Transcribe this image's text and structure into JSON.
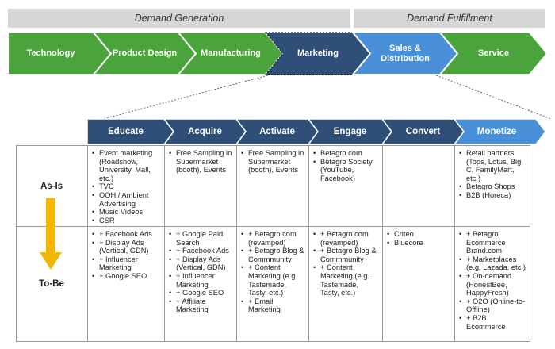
{
  "header": {
    "demand_generation": "Demand Generation",
    "demand_fulfillment": "Demand Fulfillment"
  },
  "value_chain": [
    {
      "label": "Technology",
      "color": "#4aa33b"
    },
    {
      "label": "Product Design",
      "color": "#4aa33b"
    },
    {
      "label": "Manufacturing",
      "color": "#4aa33b"
    },
    {
      "label": "Marketing",
      "color": "#2f4f78"
    },
    {
      "label": "Sales & Distribution",
      "color": "#4a90d9"
    },
    {
      "label": "Service",
      "color": "#4aa33b"
    }
  ],
  "funnel": [
    {
      "label": "Educate",
      "color": "#2f4f78"
    },
    {
      "label": "Acquire",
      "color": "#2f4f78"
    },
    {
      "label": "Activate",
      "color": "#2f4f78"
    },
    {
      "label": "Engage",
      "color": "#2f4f78"
    },
    {
      "label": "Convert",
      "color": "#2f4f78"
    },
    {
      "label": "Monetize",
      "color": "#4a90d9"
    }
  ],
  "rows": {
    "as_is": "As-Is",
    "to_be": "To-Be"
  },
  "cells": {
    "as_is": [
      [
        "Event marketing (Roadshow, University, Mall, etc.)",
        "TVC",
        "OOH / Ambient Advertising",
        "Music Videos",
        "CSR"
      ],
      [
        "Free Sampling in Supermarket (booth), Events"
      ],
      [
        "Free Sampling in Supermarket (booth), Events"
      ],
      [
        "Betagro.com",
        "Betagro Society (YouTube, Facebook)"
      ],
      [],
      [
        "Retail partners (Tops, Lotus, Big C, FamilyMart, etc.)",
        "Betagro Shops",
        "B2B (Horeca)"
      ]
    ],
    "to_be": [
      [
        "+ Facebook Ads",
        "+ Display Ads (Vertical, GDN)",
        "+ Influencer Marketing",
        "+ Google SEO"
      ],
      [
        "+ Google Paid Search",
        "+ Facebook Ads",
        "+ Display Ads (Vertical, GDN)",
        "+ Influencer Marketing",
        "+ Google SEO",
        "+ Affiliate Marketing"
      ],
      [
        "+ Betagro.com (revamped)",
        "+ Betagro Blog & Commmunity",
        "+ Content Marketing (e.g. Tastemade, Tasty, etc.)",
        "+ Email Marketing"
      ],
      [
        "+ Betagro.com (revamped)",
        "+ Betagro Blog & Commmunity",
        "+ Content Marketing (e.g. Tastemade, Tasty, etc.)"
      ],
      [
        "Criteo",
        "Bluecore"
      ],
      [
        "+ Betagro Ecommerce Brand.com",
        "+ Marketplaces (e.g. Lazada, etc.)",
        "+ On-demand (HonestBee, HappyFresh)",
        "+ O2O (Online-to-Offline)",
        "+ B2B Ecommerce"
      ]
    ]
  },
  "colors": {
    "arrow": "#f2b705",
    "band": "#d6d6d6",
    "grid": "#9a9a9a"
  }
}
